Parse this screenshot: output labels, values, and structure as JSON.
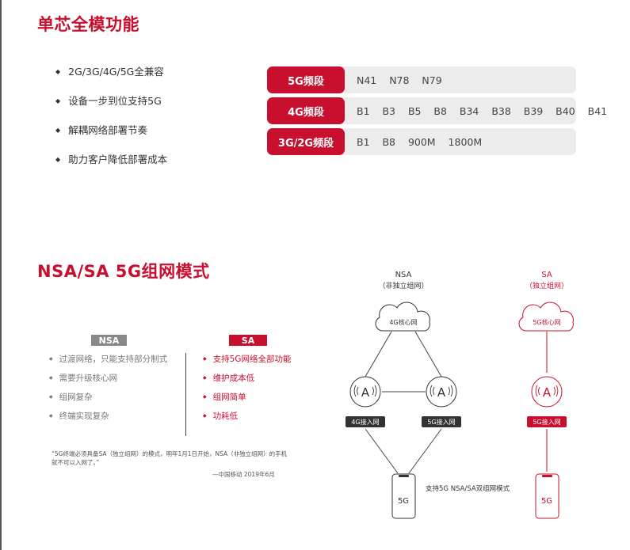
{
  "section1": {
    "title": "单芯全模功能",
    "features": [
      "2G/3G/4G/5G全兼容",
      "设备一步到位支持5G",
      "解耦网络部署节奏",
      "助力客户降低部署成本"
    ],
    "bands": [
      {
        "label": "5G频段",
        "values": "N41  N78  N79"
      },
      {
        "label": "4G频段",
        "values": "B1  B3  B5  B8  B34  B38  B39  B40  B41"
      },
      {
        "label": "3G/2G频段",
        "values": "B1  B8  900M  1800M"
      }
    ]
  },
  "section2": {
    "title": "NSA/SA 5G组网模式",
    "nsa_tag": "NSA",
    "sa_tag": "SA",
    "nsa_items": [
      "过渡网络，只能支持部分制式",
      "需要升级核心网",
      "组网复杂",
      "终端实现复杂"
    ],
    "sa_items": [
      "支持5G网络全部功能",
      "维护成本低",
      "组网简单",
      "功耗低"
    ],
    "quote": "“5G终端必须具备SA（独立组网）的模式，明年1月1日开始，NSA（非独立组网）的手机就不可以入网了。”",
    "source": "—中国移动 2019年6月"
  },
  "diagram": {
    "nsa_title": "NSA",
    "nsa_subtitle": "（非独立组网）",
    "sa_title": "SA",
    "sa_subtitle": "（独立组网）",
    "nsa_core": "4G核心网",
    "sa_core": "5G核心网",
    "nsa_access_4g": "4G接入网",
    "nsa_access_5g": "5G接入网",
    "sa_access_5g": "5G接入网",
    "antenna_char": "A",
    "phone_label": "5G",
    "dual_mode_label": "支持5G NSA/SA双组网模式",
    "colors": {
      "red": "#c8102e",
      "dark": "#333333",
      "gray": "#888888"
    }
  }
}
